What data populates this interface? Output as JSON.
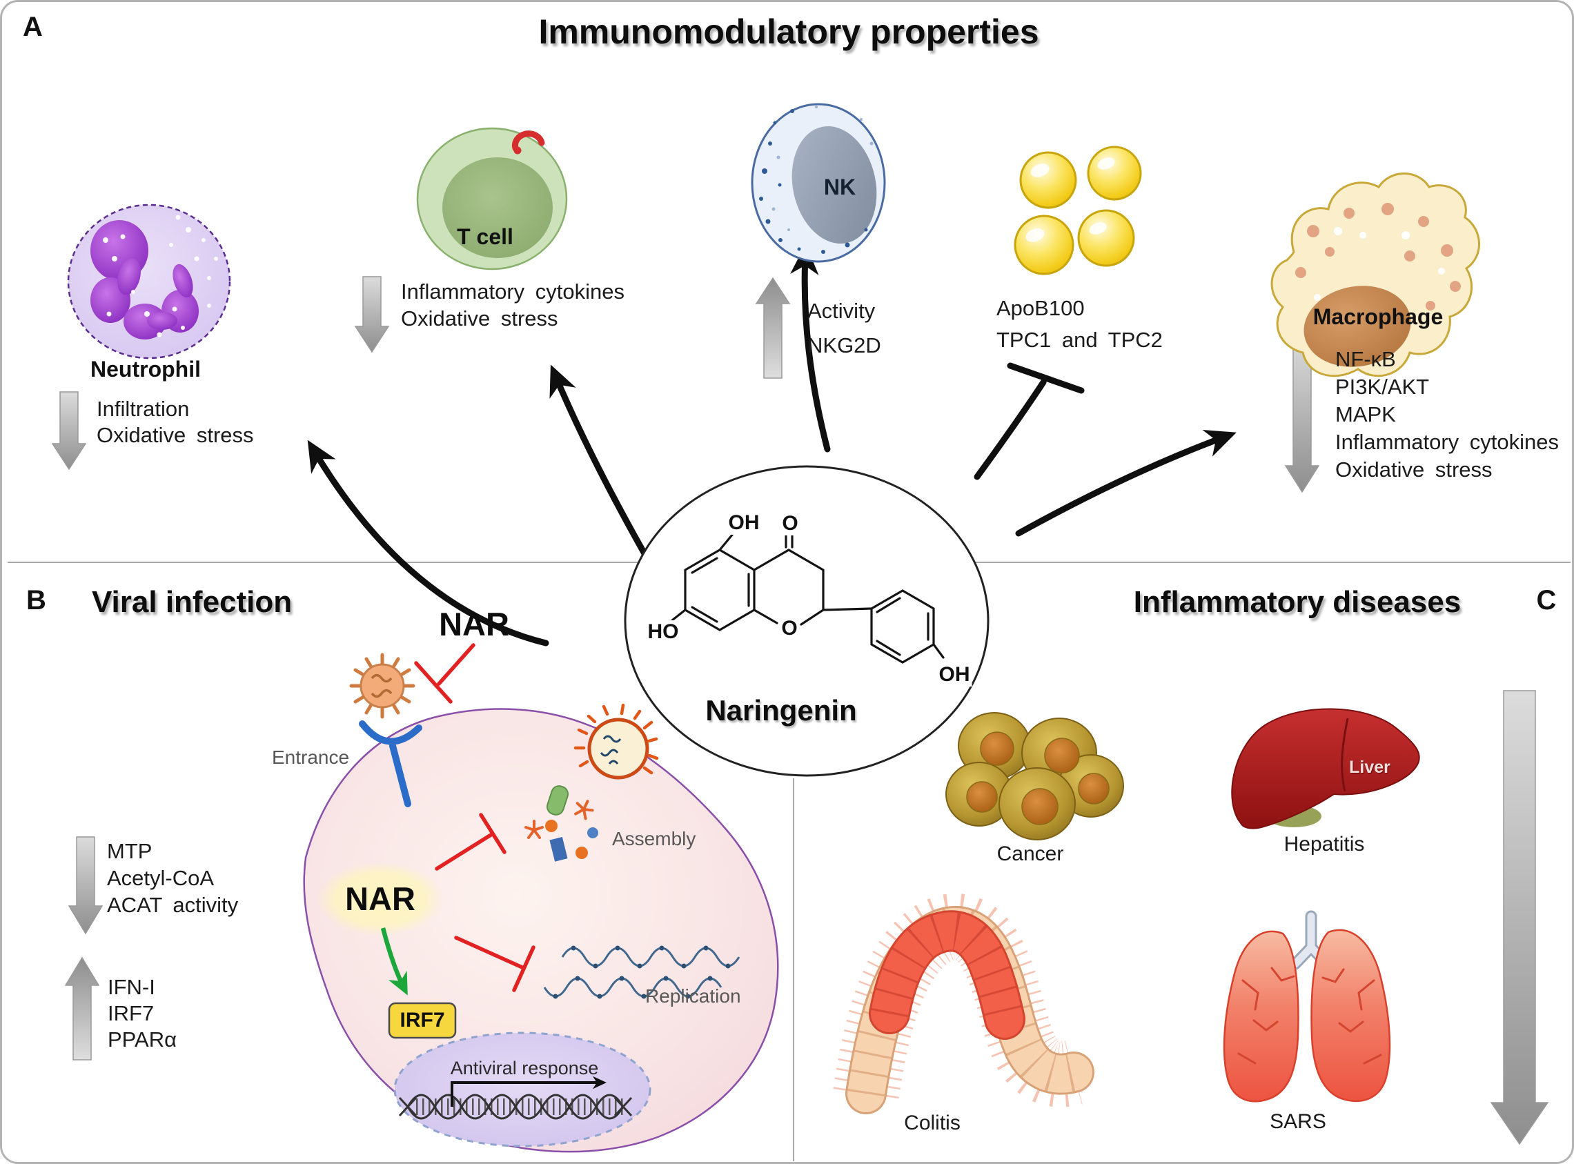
{
  "panelA": {
    "letter": "A",
    "title": "Immunomodulatory properties",
    "neutrophil": {
      "name": "Neutrophil",
      "e1": "Infiltration",
      "e2": "Oxidative stress"
    },
    "tcell": {
      "name": "T cell",
      "e1": "Inflammatory cytokines",
      "e2": "Oxidative stress"
    },
    "nk": {
      "name": "NK",
      "e1": "Activity",
      "e2": "NKG2D"
    },
    "lipo": {
      "l1": "ApoB100",
      "l2": "TPC1 and TPC2"
    },
    "macrophage": {
      "name": "Macrophage",
      "e1": "NF-κB",
      "e2": "PI3K/AKT",
      "e3": "MAPK",
      "e4": "Inflammatory cytokines",
      "e5": "Oxidative stress"
    }
  },
  "center": {
    "name": "Naringenin",
    "a1": "OH",
    "a2": "O",
    "a3": "HO",
    "a4": "O",
    "a5": "OH"
  },
  "panelB": {
    "letter": "B",
    "title": "Viral infection",
    "nar": "NAR",
    "entrance": "Entrance",
    "narCell": "NAR",
    "assembly": "Assembly",
    "replication": "Replication",
    "irf7": "IRF7",
    "antiviral": "Antiviral response",
    "down": {
      "i1": "MTP",
      "i2": "Acetyl-CoA",
      "i3": "ACAT activity"
    },
    "up": {
      "i1": "IFN-I",
      "i2": "IRF7",
      "i3": "PPARα"
    }
  },
  "panelC": {
    "letter": "C",
    "title": "Inflammatory diseases",
    "cancer": "Cancer",
    "liver": "Liver",
    "hepatitis": "Hepatitis",
    "colitis": "Colitis",
    "sars": "SARS"
  },
  "colors": {
    "accent_red": "#e02020",
    "accent_green": "#1ca73a",
    "arrow_black": "#0f0f0f",
    "gray_arrow": "#a8a8a8",
    "cell_pink": "#f8e3e4",
    "irf7_yellow": "#f6d83e"
  }
}
